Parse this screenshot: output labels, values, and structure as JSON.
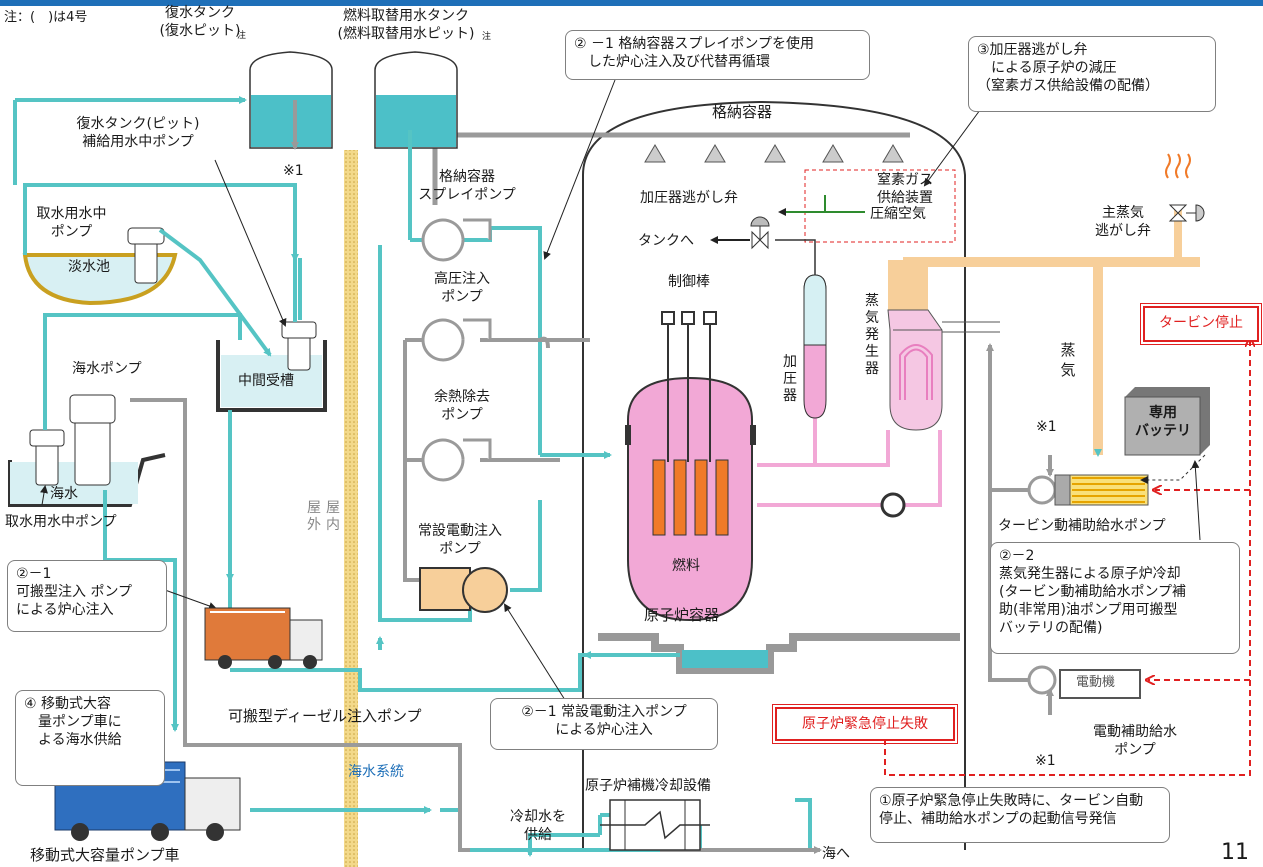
{
  "note": "注：(　)は4号",
  "labels": {
    "condensate_tank": "復水タンク\n(復水ピット)",
    "note_mark_1": "注",
    "fuel_tank": "燃料取替用水タンク\n(燃料取替用水ピット)",
    "note_mark_2": "注",
    "callout_2_1_spray": "② －1 格納容器スプレイポンプを使用\n　した炉心注入及び代替再循環",
    "callout_3": "③加圧器逃がし弁\n　による原子炉の減圧\n（窒素ガス供給設備の配備）",
    "containment": "格納容器",
    "condensate_supply_pump": "復水タンク(ピット)\n補給用水中ポンプ",
    "mark_1_top": "※1",
    "intake_pump": "取水用水中\nポンプ",
    "fresh_pond": "淡水池",
    "cv_spray_pump": "格納容器\nスプレイポンプ",
    "high_pressure_pump": "高圧注入\nポンプ",
    "rhr_pump": "余熱除去\nポンプ",
    "pressurizer_relief_valve": "加圧器逃がし弁",
    "to_tank": "タンクへ",
    "nitrogen_supply": "窒素ガス\n供給装置",
    "compressed_air": "圧縮空気",
    "main_steam_relief": "主蒸気\n逃がし弁",
    "control_rod": "制御棒",
    "pressurizer": "加\n圧\n器",
    "steam_generator": "蒸\n気\n発\n生\n器",
    "steam": "蒸\n気",
    "turbine_trip": "タービン停止",
    "intermediate_tank": "中間受槽",
    "seawater_pump": "海水ポンプ",
    "seawater": "海水",
    "intake_pump_bottom": "取水用水中ポンプ",
    "dedicated_battery": "専用\nバッテリ",
    "mark_1_mid": "※1",
    "outdoor": "屋\n外",
    "indoor": "屋\n内",
    "fuel": "燃料",
    "td_afw_pump": "タービン動補助給水ポンプ",
    "permanent_motor_pump": "常設電動注入\nポンプ",
    "callout_2_1_portable": "②－1\n可搬型注入 ポンプ\nによる炉心注入",
    "callout_2_2": "②－2\n蒸気発生器による原子炉冷却\n(タービン動補助給水ポンプ補\n助(非常用)油ポンプ用可搬型\nバッテリの配備)",
    "reactor_vessel": "原子炉容器",
    "callout_4": "④ 移動式大容\n　量ポンプ車に\n　よる海水供給",
    "portable_diesel_pump": "可搬型ディーゼル注入ポンプ",
    "callout_2_1_permanent": "②－1 常設電動注入ポンプ\nによる炉心注入",
    "scram_failure": "原子炉緊急停止失敗",
    "motor": "電動機",
    "md_afw_pump": "電動補助給水\nポンプ",
    "mark_1_bottom": "※1",
    "seawater_system": "海水系統",
    "aux_cooling": "原子炉補機冷却設備",
    "supply_cooling_water": "冷却水を\n供給",
    "callout_1": "①原子炉緊急停止失敗時に、タービン自動\n停止、補助給水ポンプの起動信号発信",
    "mobile_pump_truck": "移動式大容量ポンプ車",
    "to_sea": "海へ",
    "page_number": "11"
  },
  "colors": {
    "water_line": "#55c4c4",
    "gray_line": "#9a9a9a",
    "steam_line": "#f7cf9a",
    "signal_red": "#e02020",
    "vessel_pink": "#f2a8d6",
    "fuel_orange": "#f07a28",
    "tank_water": "#4cc0c8",
    "header_blue": "#1e6fb8",
    "sky_blue_text": "#1e6fb8"
  }
}
